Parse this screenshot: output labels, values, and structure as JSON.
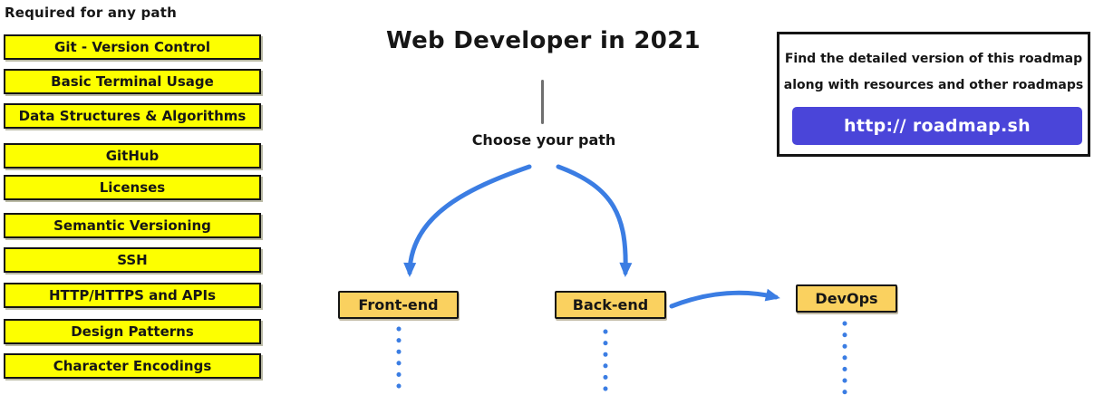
{
  "header": {
    "title": "Web Developer in 2021"
  },
  "required": {
    "heading": "Required for any path",
    "items": [
      "Git - Version Control",
      "Basic Terminal Usage",
      "Data Structures & Algorithms",
      "GitHub",
      "Licenses",
      "Semantic Versioning",
      "SSH",
      "HTTP/HTTPS and APIs",
      "Design Patterns",
      "Character Encodings"
    ]
  },
  "flow": {
    "choose_label": "Choose your path",
    "paths": [
      {
        "label": "Front-end"
      },
      {
        "label": "Back-end"
      },
      {
        "label": "DevOps"
      }
    ]
  },
  "info": {
    "line1": "Find the detailed version of this roadmap",
    "line2": "along with resources and other roadmaps",
    "button_label": "http:// roadmap.sh"
  },
  "colors": {
    "required_bg": "#FDFF00",
    "path_bg": "#FAD15F",
    "arrow": "#3B7DE3",
    "button_bg": "#4A45D9",
    "button_text": "#FFFFFF",
    "connector_gray": "#6F6F6F",
    "border_dark": "#141414"
  }
}
